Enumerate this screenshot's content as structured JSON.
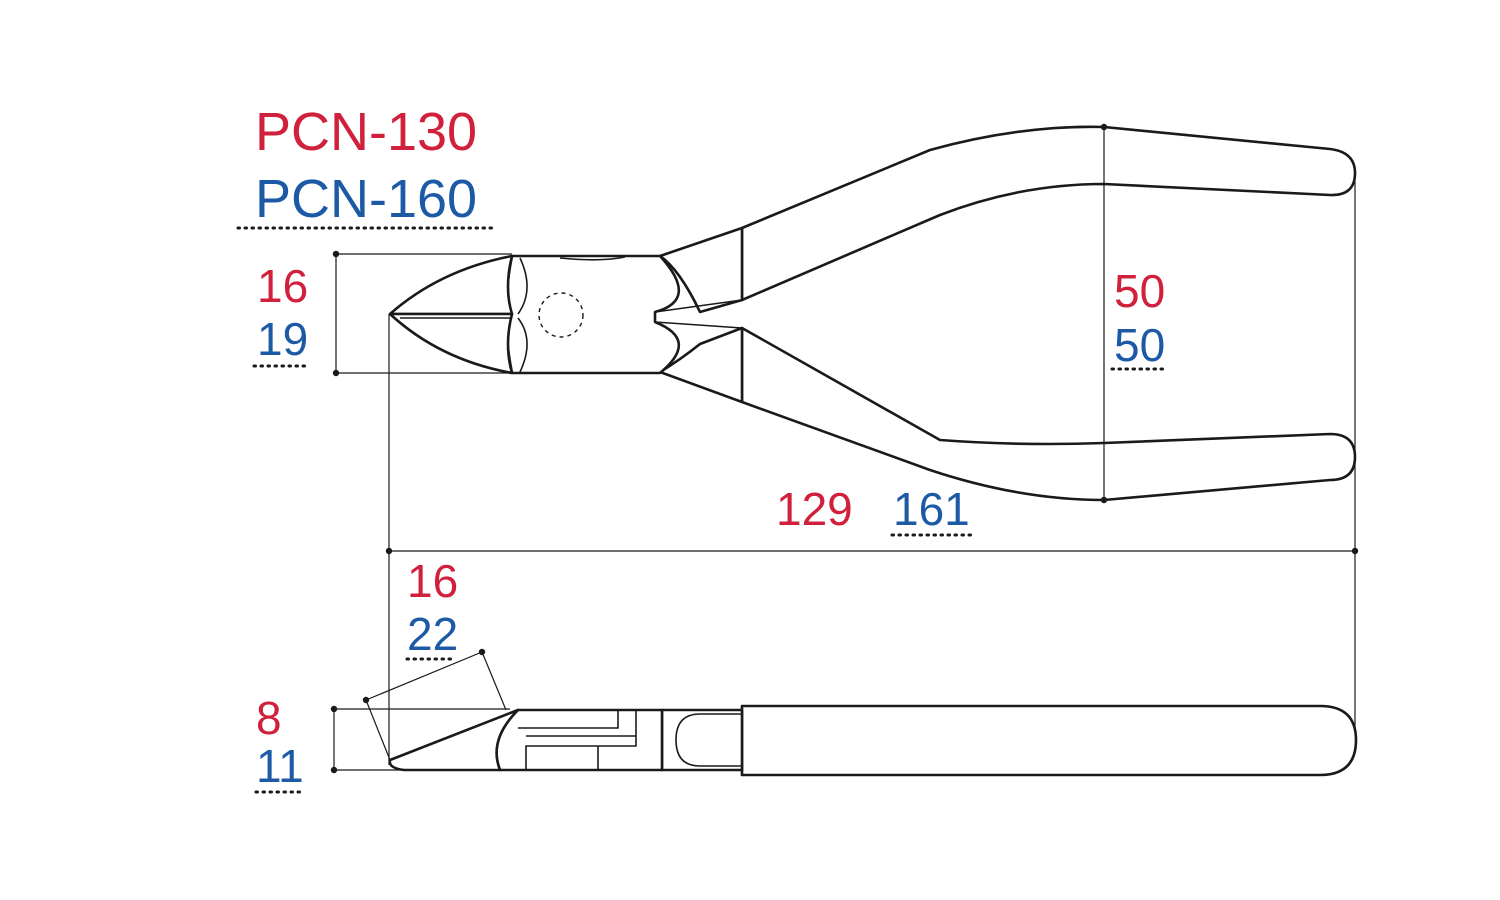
{
  "models": [
    {
      "name": "PCN-130",
      "color": "#d1203c"
    },
    {
      "name": "PCN-160",
      "color": "#1d5aa6"
    }
  ],
  "dimensions": {
    "jaw_width": {
      "pcn130": "16",
      "pcn160": "19"
    },
    "handle_spread": {
      "pcn130": "50",
      "pcn160": "50"
    },
    "overall_length": {
      "pcn130": "129",
      "pcn160": "161"
    },
    "blade_length": {
      "pcn130": "16",
      "pcn160": "22"
    },
    "thickness": {
      "pcn130": "8",
      "pcn160": "11"
    }
  }
}
